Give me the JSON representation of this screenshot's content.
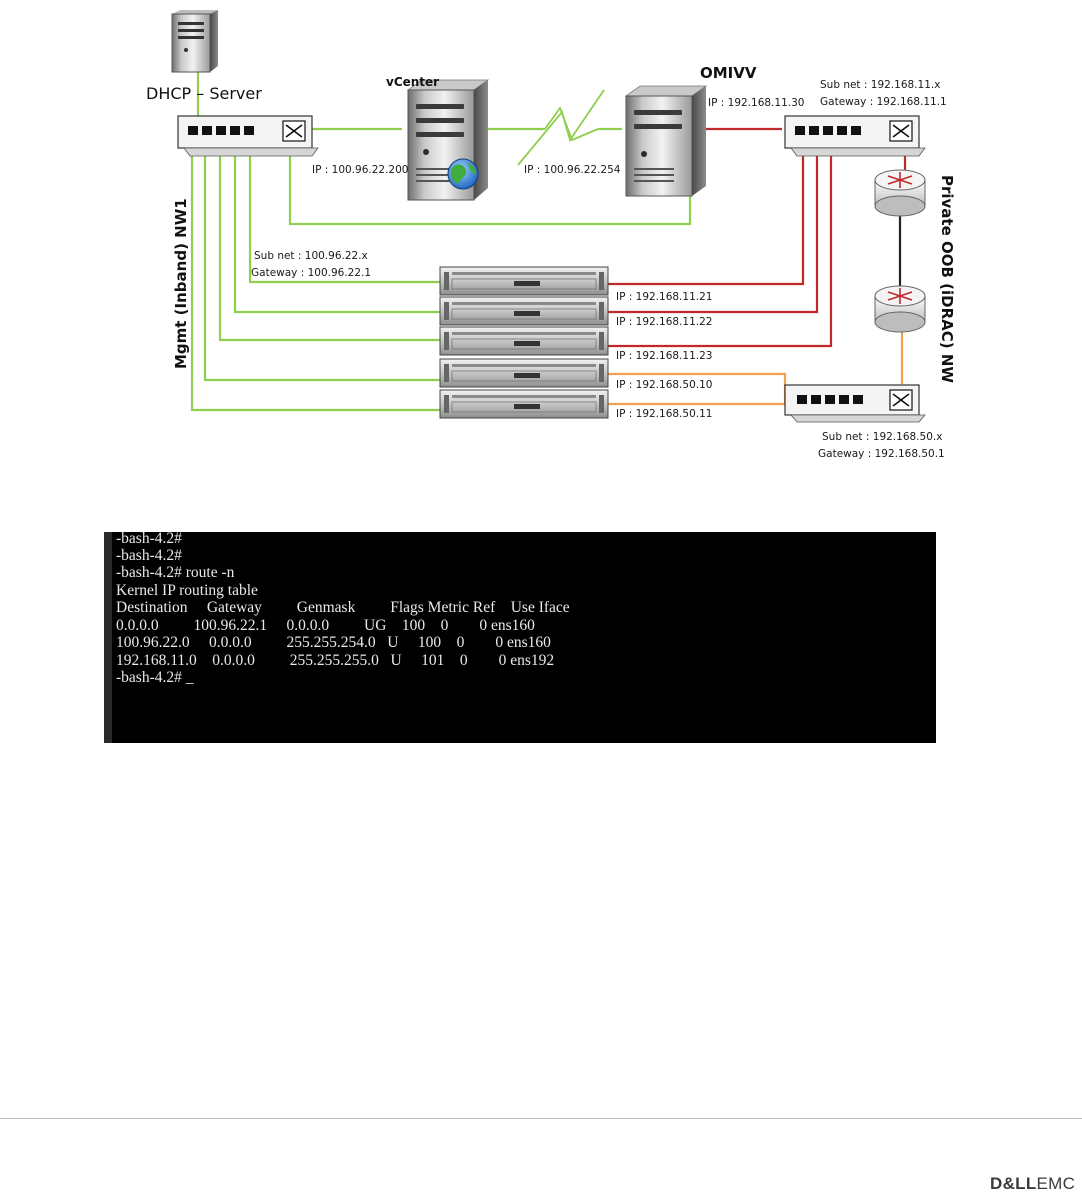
{
  "diagram": {
    "dhcp_label": "DHCP – Server",
    "vcenter_label": "vCenter",
    "vcenter_ip": "IP : 100.96.22.200",
    "omivv_label": "OMIVV",
    "omivv_ip_left": "IP : 100.96.22.254",
    "omivv_ip_top": "IP : 192.168.11.30",
    "oob_switch_subnet": "Sub net : 192.168.11.x",
    "oob_switch_gateway": "Gateway : 192.168.11.1",
    "mgmt_subnet": "Sub net : 100.96.22.x",
    "mgmt_gateway": "Gateway : 100.96.22.1",
    "servers": [
      {
        "ip": "IP : 192.168.11.21"
      },
      {
        "ip": "IP : 192.168.11.22"
      },
      {
        "ip": "IP : 192.168.11.23"
      },
      {
        "ip": "IP : 192.168.50.10"
      },
      {
        "ip": "IP : 192.168.50.11"
      }
    ],
    "bottom_switch_subnet": "Sub net : 192.168.50.x",
    "bottom_switch_gateway": "Gateway : 192.168.50.1",
    "left_vertical_label": "Mgmt (Inband) NW1",
    "right_vertical_label": "Private OOB (iDRAC) NW",
    "colors": {
      "mgmt_link": "#8fce4f",
      "oob_link": "#c0282a",
      "bottom_link": "#f0a050",
      "router_link": "#222222"
    }
  },
  "terminal": {
    "lines": [
      "-bash-4.2#",
      "-bash-4.2#",
      "-bash-4.2# route -n",
      "Kernel IP routing table",
      "Destination     Gateway         Genmask         Flags Metric Ref    Use Iface",
      "0.0.0.0         100.96.22.1     0.0.0.0         UG    100    0        0 ens160",
      "100.96.22.0     0.0.0.0         255.255.254.0   U     100    0        0 ens160",
      "192.168.11.0    0.0.0.0         255.255.255.0   U     101    0        0 ens192",
      "-bash-4.2# _"
    ]
  },
  "footer": {
    "logo_brand": "D&LL",
    "logo_suffix": "EMC"
  }
}
